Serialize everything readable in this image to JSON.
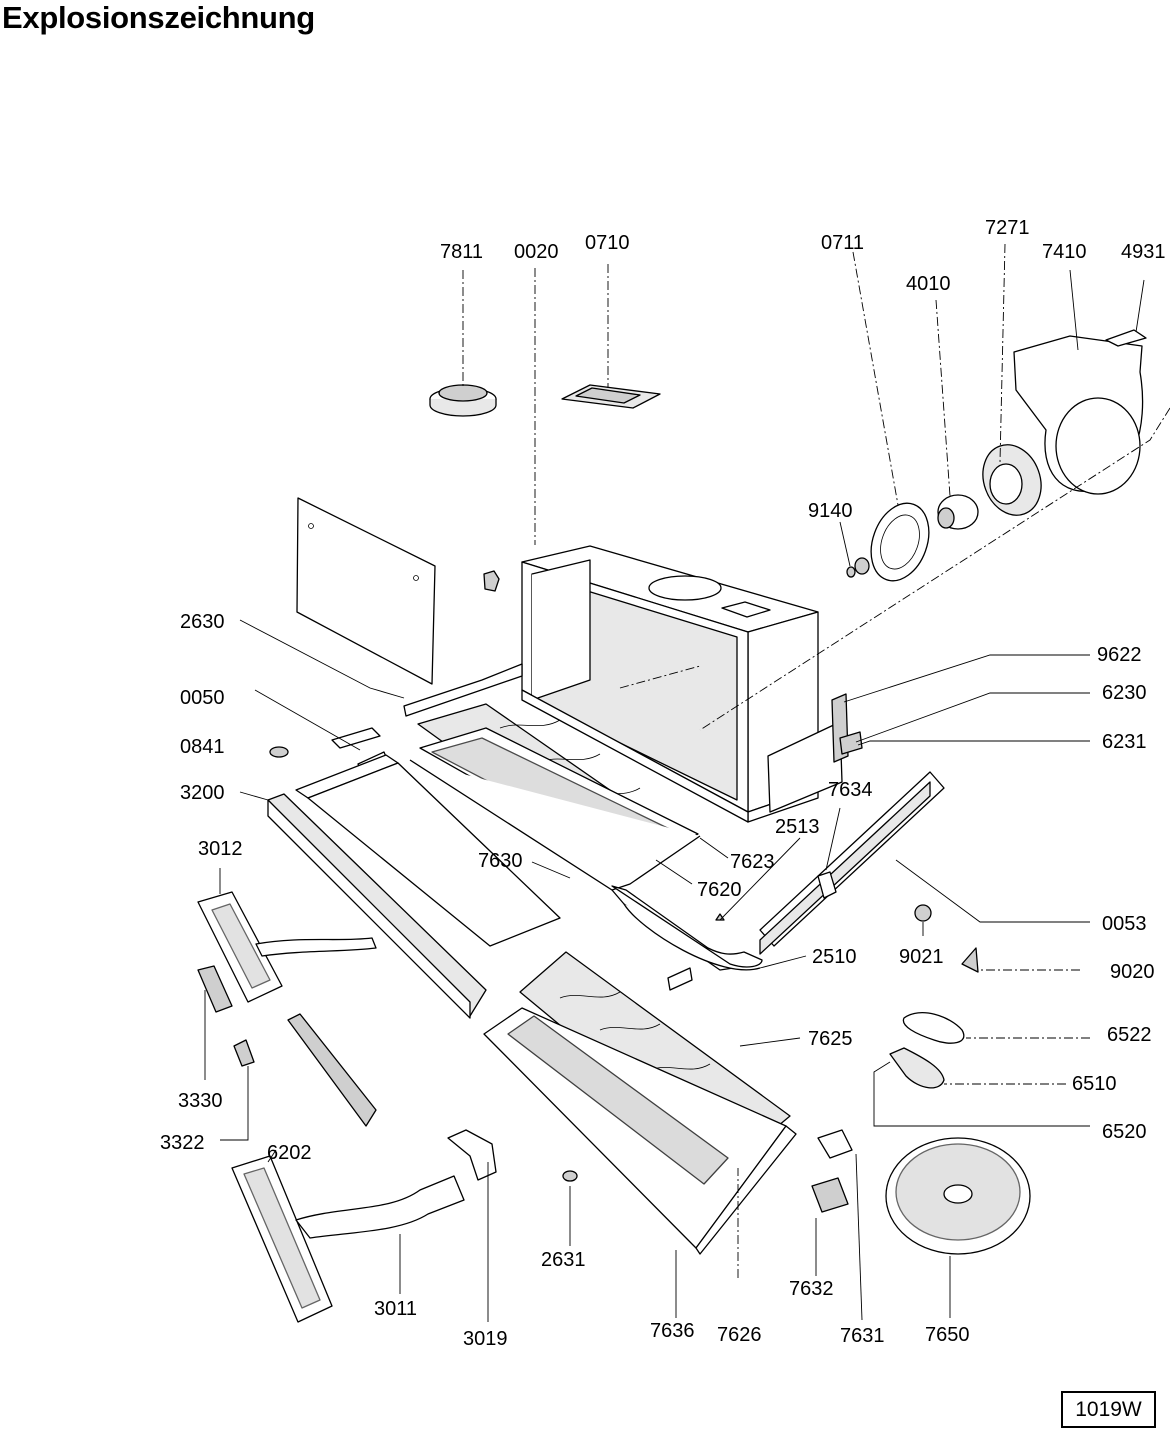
{
  "title": "Explosionszeichnung",
  "document_code": "1019W",
  "part_labels": {
    "p7811": "7811",
    "p0020": "0020",
    "p0710": "0710",
    "p0711": "0711",
    "p7271": "7271",
    "p4010": "4010",
    "p7410": "7410",
    "p4931": "4931",
    "p9140": "9140",
    "p2630": "2630",
    "p9622": "9622",
    "p6230": "6230",
    "p0050": "0050",
    "p0841": "0841",
    "p6231": "6231",
    "p3200": "3200",
    "p7634": "7634",
    "p2513": "2513",
    "p3012": "3012",
    "p7623": "7623",
    "p7630": "7630",
    "p7620": "7620",
    "p0053": "0053",
    "p2510": "2510",
    "p9021": "9021",
    "p9020": "9020",
    "p7625": "7625",
    "p6522": "6522",
    "p6510": "6510",
    "p3330": "3330",
    "p6520": "6520",
    "p3322": "3322",
    "p6202": "6202",
    "p2631": "2631",
    "p7632": "7632",
    "p3011": "3011",
    "p3019": "3019",
    "p7636": "7636",
    "p7626": "7626",
    "p7631": "7631",
    "p7650": "7650"
  }
}
